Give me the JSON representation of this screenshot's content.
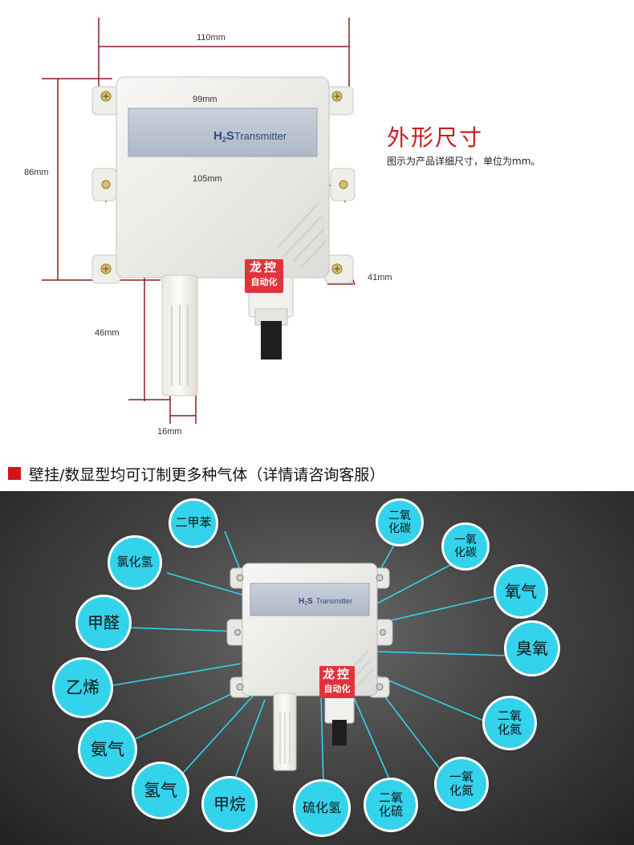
{
  "dimensions": {
    "width_total": "110mm",
    "width_inner": "99mm",
    "width_mount": "105mm",
    "height": "86mm",
    "depth": "41mm",
    "probe_length": "46mm",
    "probe_width": "16mm"
  },
  "device": {
    "label_h2": "H",
    "label_sub": "2",
    "label_s": "S",
    "label_rest": "Transmitter",
    "logo_line1": "龙控",
    "logo_line2": "自动化"
  },
  "section": {
    "title": "外形尺寸",
    "subtitle": "图示为产品详细尺寸，单位为mm。"
  },
  "banner": {
    "text": "壁挂/数显型均可订制更多种气体（详情请咨询客服）",
    "accent": "#d4141c"
  },
  "gases": [
    {
      "id": "xylene",
      "label": "二甲苯"
    },
    {
      "id": "co2",
      "label": "二氧\n化碳"
    },
    {
      "id": "co",
      "label": "一氧\n化碳"
    },
    {
      "id": "hcl",
      "label": "氯化氢"
    },
    {
      "id": "o2",
      "label": "氧气"
    },
    {
      "id": "formaldehyde",
      "label": "甲醛"
    },
    {
      "id": "o3",
      "label": "臭氧"
    },
    {
      "id": "ethylene",
      "label": "乙烯"
    },
    {
      "id": "no2",
      "label": "二氧\n化氮"
    },
    {
      "id": "nh3",
      "label": "氨气"
    },
    {
      "id": "no",
      "label": "一氧\n化氮"
    },
    {
      "id": "h2",
      "label": "氢气"
    },
    {
      "id": "ch4",
      "label": "甲烷"
    },
    {
      "id": "h2s",
      "label": "硫化氢"
    },
    {
      "id": "so2",
      "label": "二氧\n化硫"
    }
  ],
  "colors": {
    "bubble": "#33d3ec",
    "title_red": "#c81d1d",
    "logo_red": "#e2333c"
  }
}
